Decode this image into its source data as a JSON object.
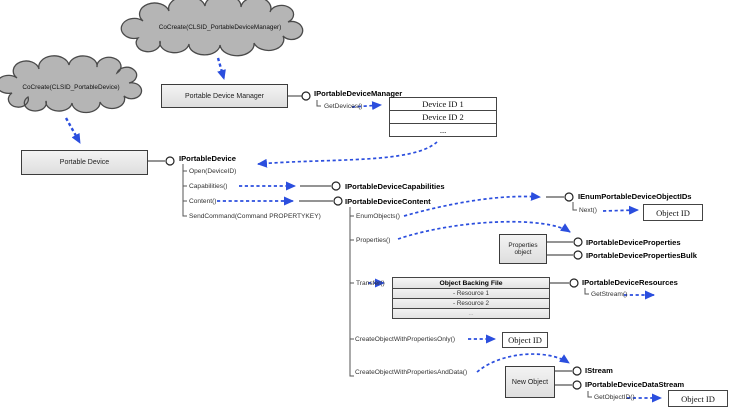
{
  "clouds": {
    "manager": "CoCreate(CLSID_PortableDeviceManager)",
    "device": "CoCreate(CLSID_PortableDevice)"
  },
  "boxes": {
    "portable_device_manager": "Portable Device Manager",
    "portable_device": "Portable Device",
    "properties_object": "Properties object",
    "new_object": "New Object",
    "device_id_list": {
      "rows": [
        "Device ID 1",
        "Device ID 2",
        "..."
      ]
    },
    "object_backing_file": {
      "title": "Object Backing File",
      "rows": [
        "- Resource 1",
        "- Resource 2",
        "..."
      ]
    },
    "object_ids": {
      "after_next": "Object ID",
      "after_create": "Object ID",
      "after_getobjectid": "Object ID"
    }
  },
  "interfaces": {
    "manager": {
      "label": "IPortableDeviceManager",
      "methods": [
        "GetDevices()"
      ]
    },
    "device": {
      "label": "IPortableDevice",
      "methods": [
        "Open(DeviceID)",
        "Capabilities()",
        "Content()",
        "SendCommand(Command PROPERTYKEY)"
      ]
    },
    "capabilities": {
      "label": "IPortableDeviceCapabilities"
    },
    "content": {
      "label": "IPortableDeviceContent",
      "methods": [
        "EnumObjects()",
        "Properties()",
        "Transfer()",
        "CreateObjectWithPropertiesOnly()",
        "CreateObjectWithPropertiesAndData()"
      ]
    },
    "enum_object_ids": {
      "label": "IEnumPortableDeviceObjectIDs",
      "methods": [
        "Next()"
      ]
    },
    "properties": {
      "label": "IPortableDeviceProperties"
    },
    "properties_bulk": {
      "label": "IPortableDevicePropertiesBulk"
    },
    "resources": {
      "label": "IPortableDeviceResources",
      "methods": [
        "GetStream()"
      ]
    },
    "istream": {
      "label": "IStream"
    },
    "data_stream": {
      "label": "IPortableDeviceDataStream",
      "methods": [
        "GetObjectID()"
      ]
    }
  },
  "colors": {
    "arrow_blue": "#2b4ede",
    "cloud_fill": "#b5b5b5",
    "cloud_stroke": "#4a4a4a",
    "box_fill": "#e9e9e9",
    "box_border": "#3c3c3c",
    "line": "#555555",
    "muted_row": "#9a9a9a"
  }
}
